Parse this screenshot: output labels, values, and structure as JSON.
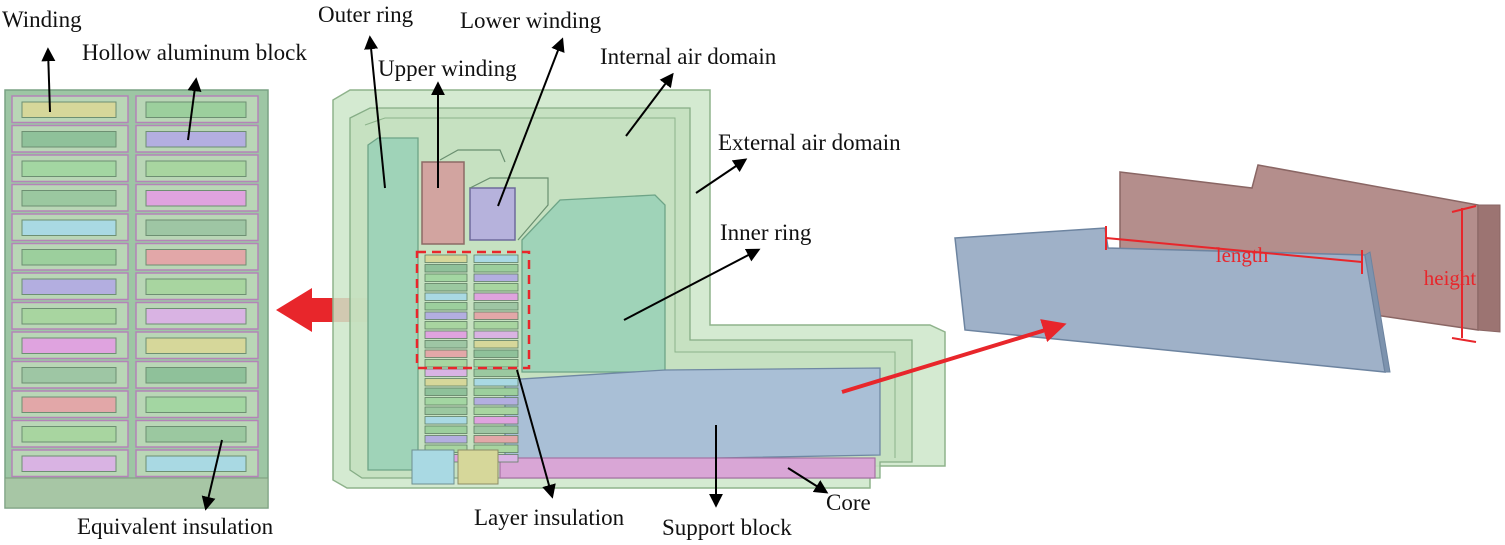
{
  "labels": {
    "winding": "Winding",
    "hollow_aluminum_block": "Hollow aluminum block",
    "equivalent_insulation": "Equivalent insulation",
    "outer_ring": "Outer ring",
    "upper_winding": "Upper winding",
    "lower_winding": "Lower winding",
    "internal_air_domain": "Internal air domain",
    "external_air_domain": "External air domain",
    "inner_ring": "Inner ring",
    "layer_insulation": "Layer insulation",
    "support_block": "Support block",
    "core": "Core",
    "length": "length",
    "height": "height"
  },
  "colors": {
    "air_green": "#c9e4c5",
    "ring_green": "#9fd3b8",
    "support_blue": "#a9bfd6",
    "core_pink": "#d9a6d6",
    "upper_pink": "#d2a4a0",
    "lower_purple": "#b6b2dc",
    "callout_red": "#e8262b",
    "dimension_red": "#e8262b",
    "winding_colors": [
      "#d6d79a",
      "#8fc19a",
      "#a3d6a2",
      "#9bc8a0",
      "#a9d9e3",
      "#9ccf9d",
      "#b3aee0",
      "#a8d5a0",
      "#dfa3df",
      "#9ec6a4",
      "#e2a7a8",
      "#a8d5a0",
      "#d9b3e3"
    ]
  }
}
